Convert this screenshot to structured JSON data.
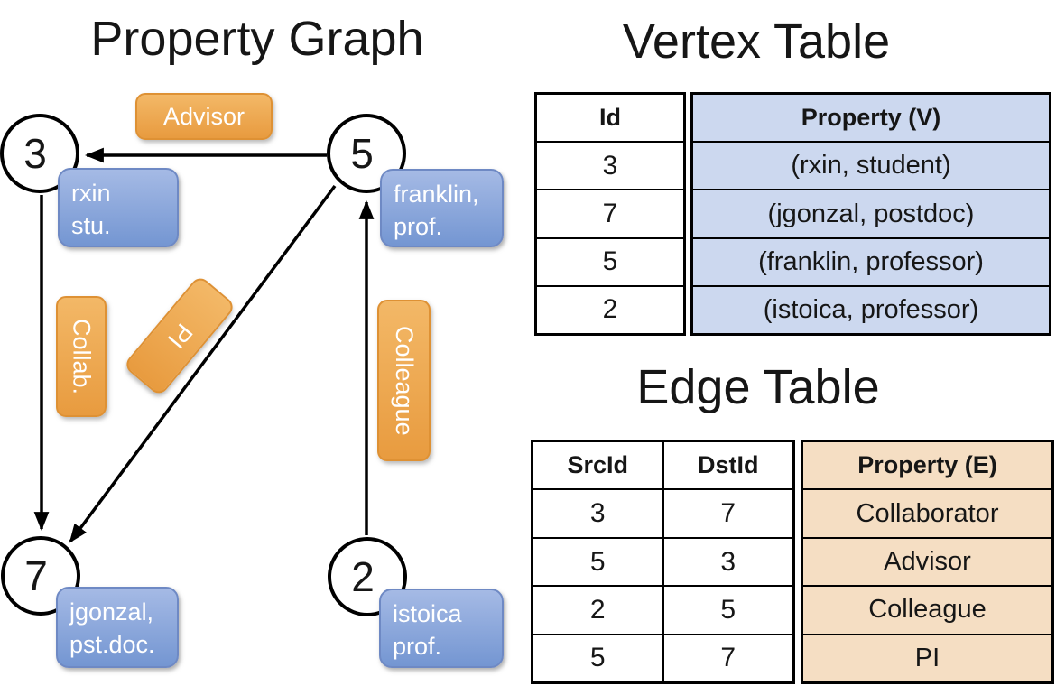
{
  "colors": {
    "edge_label_orange": "#EFA64C",
    "vertex_label_blue": "#7E9FD8",
    "vertex_table_fill": "#CCD8EF",
    "edge_table_fill": "#F5DEC3",
    "line_black": "#000000"
  },
  "graph": {
    "title": "Property Graph",
    "vertices": [
      {
        "id": "3",
        "label_lines": [
          "rxin",
          "stu."
        ]
      },
      {
        "id": "5",
        "label_lines": [
          "franklin,",
          "prof."
        ]
      },
      {
        "id": "7",
        "label_lines": [
          "jgonzal,",
          "pst.doc."
        ]
      },
      {
        "id": "2",
        "label_lines": [
          "istoica",
          "prof."
        ]
      }
    ],
    "edge_labels": {
      "advisor": "Advisor",
      "collab": "Collab.",
      "pi": "PI",
      "colleague": "Colleague"
    }
  },
  "vertex_table": {
    "title": "Vertex Table",
    "columns": {
      "id": "Id",
      "property": "Property (V)"
    },
    "rows": [
      {
        "id": "3",
        "property": "(rxin, student)"
      },
      {
        "id": "7",
        "property": "(jgonzal, postdoc)"
      },
      {
        "id": "5",
        "property": "(franklin, professor)"
      },
      {
        "id": "2",
        "property": "(istoica, professor)"
      }
    ]
  },
  "edge_table": {
    "title": "Edge Table",
    "columns": {
      "src": "SrcId",
      "dst": "DstId",
      "property": "Property (E)"
    },
    "rows": [
      {
        "src": "3",
        "dst": "7",
        "property": "Collaborator"
      },
      {
        "src": "5",
        "dst": "3",
        "property": "Advisor"
      },
      {
        "src": "2",
        "dst": "5",
        "property": "Colleague"
      },
      {
        "src": "5",
        "dst": "7",
        "property": "PI"
      }
    ]
  }
}
